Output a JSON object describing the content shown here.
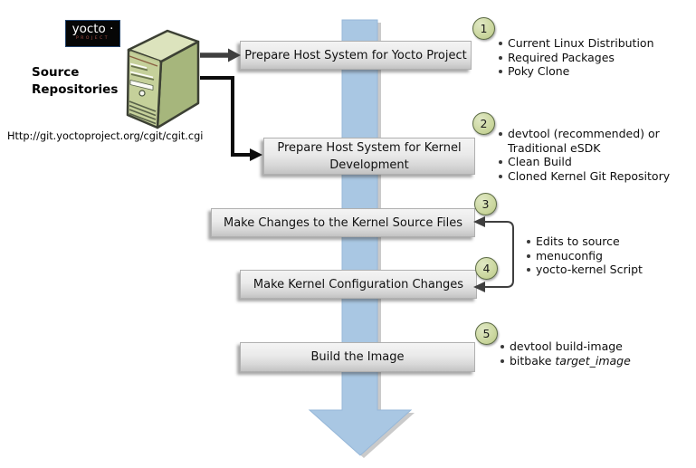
{
  "logo": {
    "text": "yocto ·",
    "subtext": "PROJECT"
  },
  "source": {
    "label": "Source Repositories",
    "url": "Http://git.yoctoproject.org/cgit/cgit.cgi"
  },
  "steps": [
    {
      "num": "1",
      "label": "Prepare Host System for Yocto Project",
      "bullets": [
        "Current Linux Distribution",
        "Required Packages",
        "Poky Clone"
      ]
    },
    {
      "num": "2",
      "label": "Prepare Host System for Kernel Development",
      "bullets": [
        "devtool (recommended) or Traditional eSDK",
        "Clean Build",
        "Cloned Kernel Git Repository"
      ]
    },
    {
      "num": "3",
      "label": "Make Changes to the Kernel Source Files"
    },
    {
      "num": "4",
      "label": "Make Kernel Configuration Changes"
    },
    {
      "num": "5",
      "label": "Build the Image"
    }
  ],
  "shared_bullets_steps_3_4": [
    "Edits to source",
    "menuconfig",
    "yocto-kernel Script"
  ],
  "step5_bullets": [
    {
      "text": "devtool build-image",
      "italic": ""
    },
    {
      "text": "bitbake",
      "italic": "target_image"
    }
  ],
  "colors": {
    "flow_arrow": "#a9c7e3",
    "circle_fill": "#cbd79f",
    "circle_border": "#5c6b45",
    "box_gradient_top": "#f4f4f4",
    "box_gradient_bottom": "#c3c3c3",
    "server_front": "#c5d09a",
    "server_top": "#dce3bd",
    "server_side": "#a6b67c"
  }
}
